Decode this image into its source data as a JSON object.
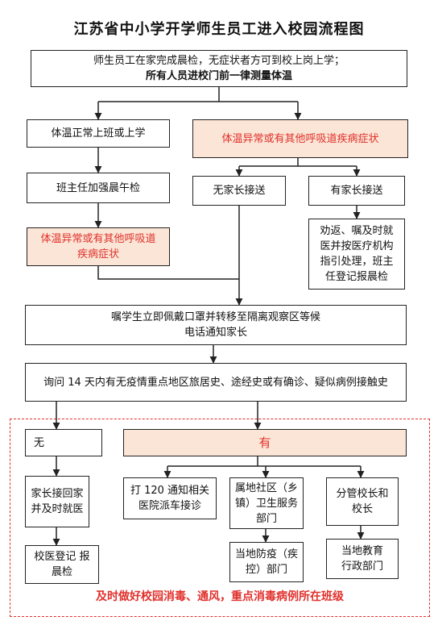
{
  "title": "江苏省中小学开学师生员工进入校园流程图",
  "nodes": {
    "start_line1": "师生员工在家完成晨检，无症状者方可到校上岗上学；",
    "start_line2": "所有人员进校门前一律测量体温",
    "normal_temp": "体温正常上班或上学",
    "abnormal_temp": "体温异常或有其他呼吸道疾病症状",
    "teacher_check": "班主任加强晨午检",
    "no_parent": "无家长接送",
    "has_parent": "有家长接送",
    "abnormal_temp2_line1": "体温异常或有其他呼吸道",
    "abnormal_temp2_line2": "疾病症状",
    "advise_line1": "劝返、嘱及时就",
    "advise_line2": "医并按医疗机构",
    "advise_line3": "指引处理，班主",
    "advise_line4": "任登记报晨检",
    "isolate_line1": "嘱学生立即佩戴口罩并转移至隔离观察区等候",
    "isolate_line2": "电话通知家长",
    "inquiry": "询问 14 天内有无疫情重点地区旅居史、途经史或有确诊、疑似病例接触史",
    "none": "无",
    "yes": "有",
    "parent_pickup_line1": "家长接回家",
    "parent_pickup_line2": "并及时就医",
    "call120_line1": "打 120 通知相关",
    "call120_line2": "医院派车接诊",
    "community_line1": "属地社区（乡",
    "community_line2": "镇）卫生服务",
    "community_line3": "部门",
    "principal_line1": "分管校长和",
    "principal_line2": "校长",
    "school_doctor_line1": "校医登记 报",
    "school_doctor_line2": "晨检",
    "epidemic_dept_line1": "当地防疫（疾",
    "epidemic_dept_line2": "控）部门",
    "education_dept_line1": "当地教育",
    "education_dept_line2": "行政部门"
  },
  "footer_note": "及时做好校园消毒、通风，重点消毒病例所在班级",
  "colors": {
    "highlight_fill": "#fbe5d6",
    "highlight_text": "#e0312c",
    "dashed_border": "#e0312c",
    "line": "#222222"
  }
}
